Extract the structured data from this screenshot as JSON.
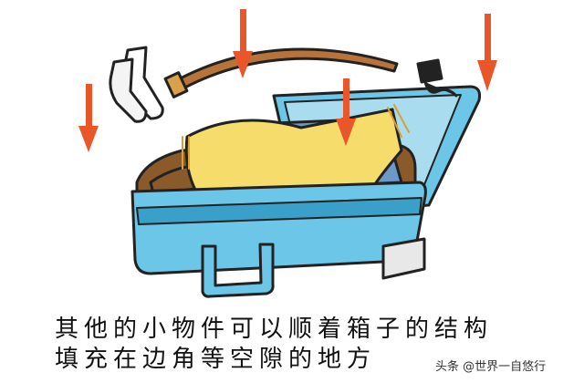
{
  "caption": {
    "line1": "其他的小物件可以顺着箱子的结构",
    "line2": "填充在边角等空隙的地方"
  },
  "watermark": "头条 @世界一自悠行",
  "colors": {
    "suitcase": "#6cc6e8",
    "suitcase_dark": "#3a9fc9",
    "arrow": "#e8562a",
    "clothes": "#f6dc6a",
    "belt": "#b8733a"
  }
}
